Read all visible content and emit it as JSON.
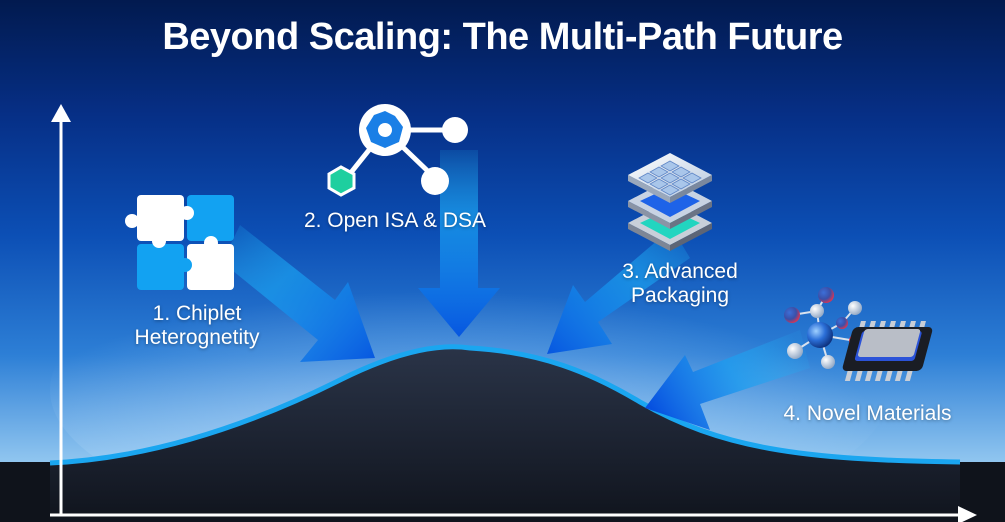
{
  "title": "Beyond Scaling: The Multi-Path Future",
  "paths": [
    {
      "number": "1.",
      "lines": [
        "1. Chiplet",
        "Heterognetity"
      ],
      "icon": "puzzle-icon"
    },
    {
      "number": "2.",
      "lines": [
        "2. Open ISA & DSA"
      ],
      "icon": "network-node-icon"
    },
    {
      "number": "3.",
      "lines": [
        "3. Advanced",
        "Packaging"
      ],
      "icon": "stacked-layers-icon"
    },
    {
      "number": "4.",
      "lines": [
        "4. Novel Materials"
      ],
      "icon": "molecule-chip-icon"
    }
  ],
  "colors": {
    "background_top": "#021a4f",
    "background_bottom": "#bfe0f8",
    "arrow": "#0a7fe8",
    "curve_line": "#1aa6f0",
    "hill": "#1b2231",
    "axis": "#ffffff"
  }
}
